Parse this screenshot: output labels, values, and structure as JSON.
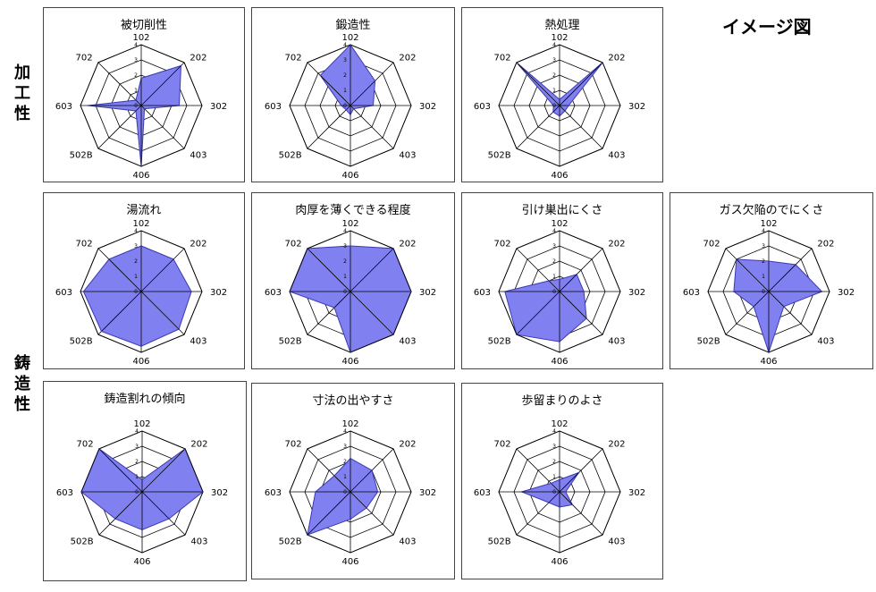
{
  "page_title": "イメージ図",
  "groups": [
    {
      "label": "加\n工\n性"
    },
    {
      "label": "鋳\n造\n性"
    }
  ],
  "chart_data": [
    {
      "type": "radar",
      "title": "被切削性",
      "axes": [
        "102",
        "202",
        "302",
        "403",
        "406",
        "502B",
        "603",
        "702"
      ],
      "values": [
        1.8,
        3.7,
        2.5,
        0.3,
        4,
        0.5,
        3.5,
        0.5
      ],
      "rlim": [
        0,
        4
      ],
      "ticks": [
        "0",
        "1",
        "2",
        "3",
        "4"
      ]
    },
    {
      "type": "radar",
      "title": "鍛造性",
      "axes": [
        "102",
        "202",
        "302",
        "403",
        "406",
        "502B",
        "603",
        "702"
      ],
      "values": [
        4,
        2.3,
        1.5,
        0.3,
        0.6,
        0.4,
        0.6,
        2.8
      ],
      "rlim": [
        0,
        4
      ],
      "ticks": [
        "0",
        "1",
        "2",
        "3",
        "4"
      ]
    },
    {
      "type": "radar",
      "title": "熱処理",
      "axes": [
        "102",
        "202",
        "302",
        "403",
        "406",
        "502B",
        "603",
        "702"
      ],
      "values": [
        0.4,
        4,
        0.6,
        0.5,
        0.7,
        0.6,
        0.4,
        4
      ],
      "rlim": [
        0,
        4
      ],
      "ticks": [
        "0",
        "1",
        "2",
        "3",
        "4"
      ]
    },
    {
      "type": "radar",
      "title": "湯流れ",
      "axes": [
        "102",
        "202",
        "302",
        "403",
        "406",
        "502B",
        "603",
        "702"
      ],
      "values": [
        3,
        3,
        3.3,
        3.5,
        3.6,
        3.7,
        3.8,
        3
      ],
      "rlim": [
        0,
        4
      ],
      "ticks": [
        "0",
        "1",
        "2",
        "3",
        "4"
      ]
    },
    {
      "type": "radar",
      "title": "肉厚を薄くできる程度",
      "axes": [
        "102",
        "202",
        "302",
        "403",
        "406",
        "502B",
        "603",
        "702"
      ],
      "values": [
        3,
        4,
        4,
        4,
        4,
        1.5,
        4,
        4
      ],
      "rlim": [
        0,
        4
      ],
      "ticks": [
        "0",
        "1",
        "2",
        "3",
        "4"
      ]
    },
    {
      "type": "radar",
      "title": "引け巣出にくさ",
      "axes": [
        "102",
        "202",
        "302",
        "403",
        "406",
        "502B",
        "603",
        "702"
      ],
      "values": [
        0.8,
        1.6,
        1.6,
        2.5,
        3.3,
        4,
        3.6,
        1
      ],
      "rlim": [
        0,
        4
      ],
      "ticks": [
        "0",
        "1",
        "2",
        "3",
        "4"
      ]
    },
    {
      "type": "radar",
      "title": "ガス欠陥のでにくさ",
      "axes": [
        "102",
        "202",
        "302",
        "403",
        "406",
        "502B",
        "603",
        "702"
      ],
      "values": [
        2,
        2.5,
        3.5,
        1.4,
        4,
        1.4,
        2.3,
        3
      ],
      "rlim": [
        0,
        4
      ],
      "ticks": [
        "0",
        "1",
        "2",
        "3",
        "4"
      ]
    },
    {
      "type": "radar",
      "title": "鋳造割れの傾向",
      "axes": [
        "102",
        "202",
        "302",
        "403",
        "406",
        "502B",
        "603",
        "702"
      ],
      "values": [
        0.8,
        4,
        4,
        2.5,
        2.5,
        2.5,
        4,
        4
      ],
      "rlim": [
        0,
        4
      ],
      "ticks": [
        "0",
        "1",
        "2",
        "3",
        "4"
      ]
    },
    {
      "type": "radar",
      "title": "寸法の出やすさ",
      "axes": [
        "102",
        "202",
        "302",
        "403",
        "406",
        "502B",
        "603",
        "702"
      ],
      "values": [
        2.2,
        2,
        1.8,
        1.5,
        1.8,
        4,
        2.3,
        1.5
      ],
      "rlim": [
        0,
        4
      ],
      "ticks": [
        "0",
        "1",
        "2",
        "3",
        "4"
      ]
    },
    {
      "type": "radar",
      "title": "歩留まりのよさ",
      "axes": [
        "102",
        "202",
        "302",
        "403",
        "406",
        "502B",
        "603",
        "702"
      ],
      "values": [
        0.8,
        1.8,
        0.4,
        1.2,
        1,
        1,
        2.5,
        0.8
      ],
      "rlim": [
        0,
        4
      ],
      "ticks": [
        "0",
        "1",
        "2",
        "3",
        "4"
      ]
    }
  ],
  "colors": {
    "fill": "#8080f0",
    "stroke": "#3a3ab0",
    "grid": "#000000"
  }
}
